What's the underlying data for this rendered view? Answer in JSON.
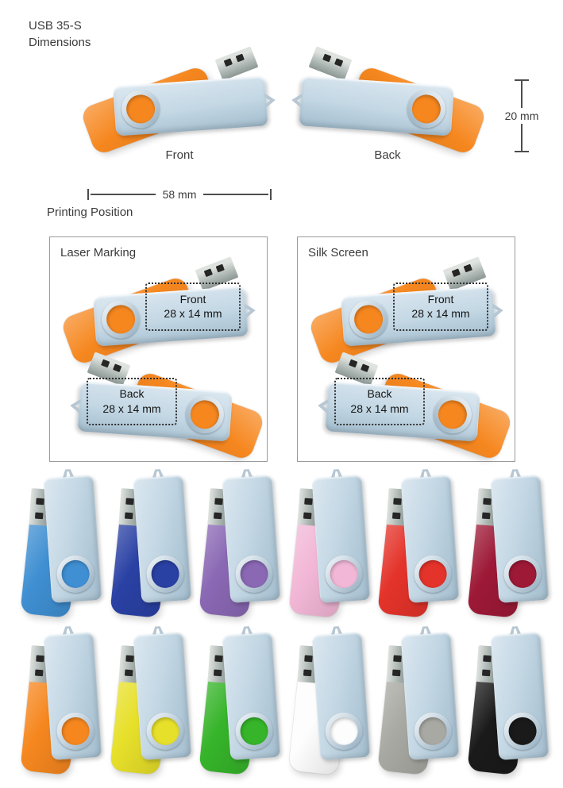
{
  "header": {
    "title_line1": "USB 35-S",
    "title_line2": "Dimensions"
  },
  "dimensions_section": {
    "front_label": "Front",
    "back_label": "Back",
    "height_dim": "20 mm",
    "width_dim": "58 mm"
  },
  "printing_section": {
    "heading": "Printing Position",
    "boxes": [
      {
        "label": "Laser Marking",
        "front_area": {
          "line1": "Front",
          "line2": "28 x 14 mm"
        },
        "back_area": {
          "line1": "Back",
          "line2": "28 x 14 mm"
        }
      },
      {
        "label": "Silk Screen",
        "front_area": {
          "line1": "Front",
          "line2": "28 x 14 mm"
        },
        "back_area": {
          "line1": "Back",
          "line2": "28 x 14 mm"
        }
      }
    ]
  },
  "colors": {
    "body_orange": "#f6871f",
    "clip_metal": "#c3d7e4",
    "grid": [
      {
        "name": "light-blue",
        "hex": "#3f8fd2"
      },
      {
        "name": "royal-blue",
        "hex": "#2a41a4"
      },
      {
        "name": "purple",
        "hex": "#8a68b4"
      },
      {
        "name": "pink",
        "hex": "#f2b7d6"
      },
      {
        "name": "red",
        "hex": "#e4332a"
      },
      {
        "name": "maroon",
        "hex": "#9d1936"
      },
      {
        "name": "orange",
        "hex": "#f6871f"
      },
      {
        "name": "yellow",
        "hex": "#e7e02a"
      },
      {
        "name": "green",
        "hex": "#36b42a"
      },
      {
        "name": "white",
        "hex": "#fdfdfd"
      },
      {
        "name": "gray",
        "hex": "#a9a9a3"
      },
      {
        "name": "black",
        "hex": "#1a1a1a"
      }
    ]
  }
}
